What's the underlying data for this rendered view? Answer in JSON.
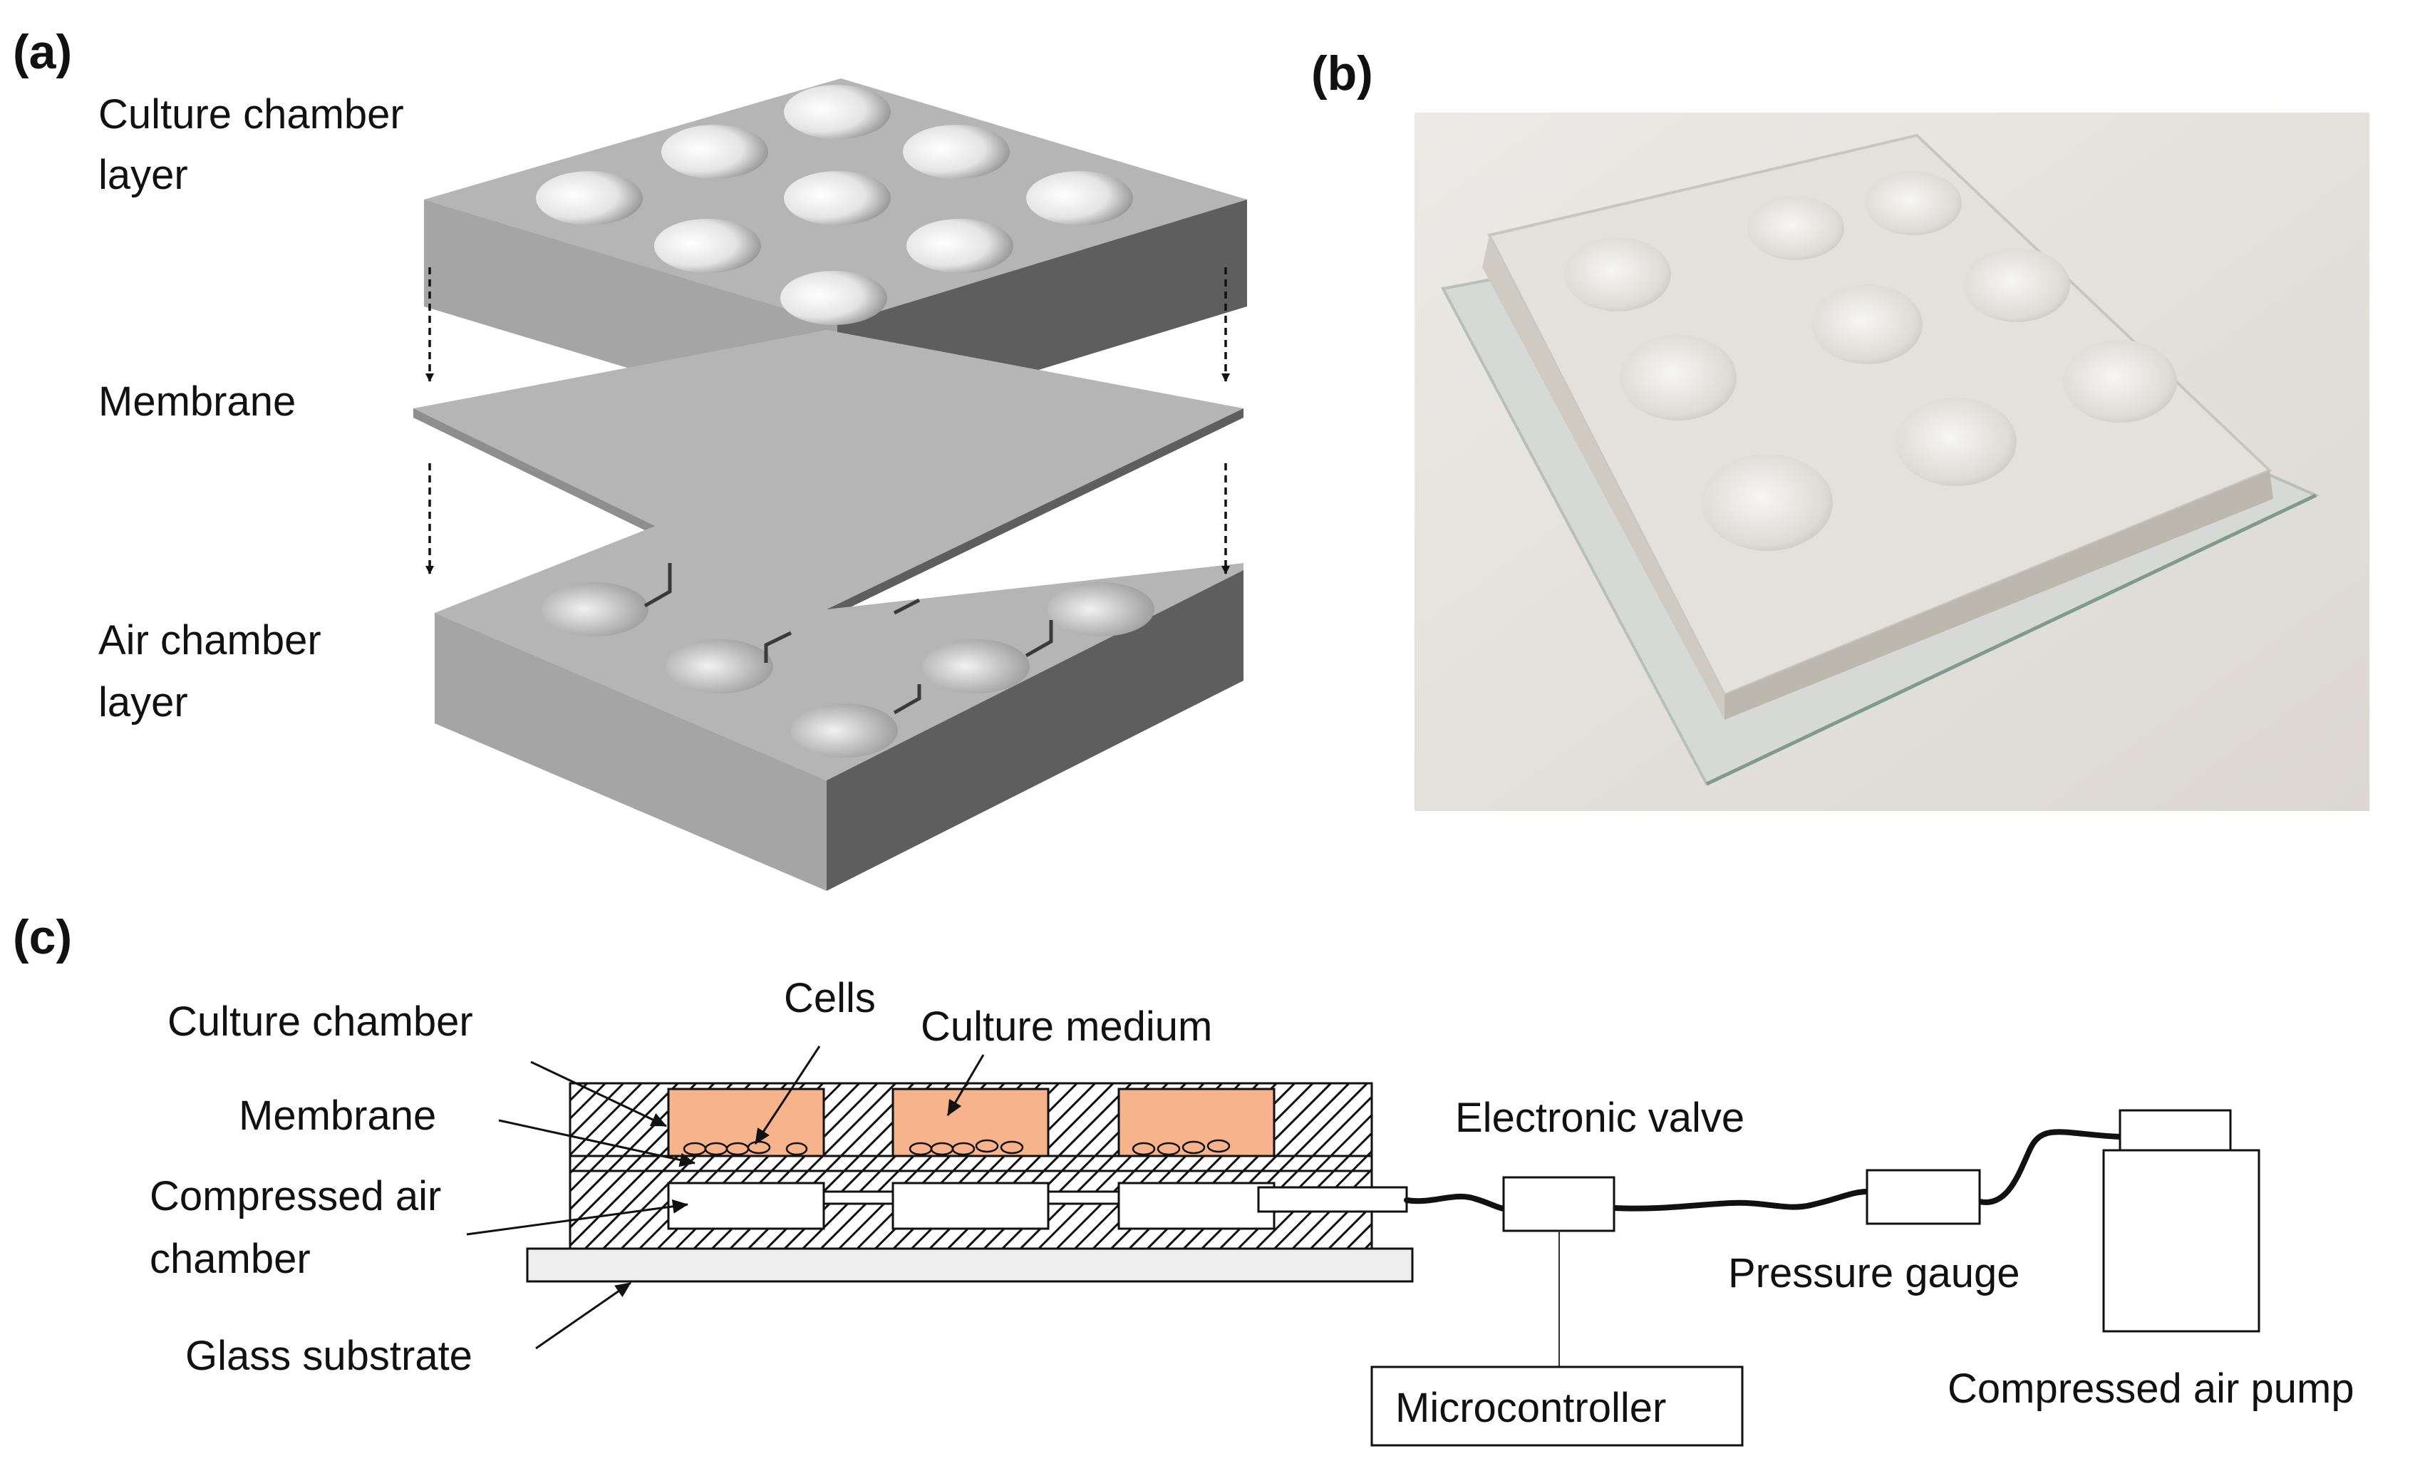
{
  "panels": {
    "a": "(a)",
    "b": "(b)",
    "c": "(c)"
  },
  "panel_a": {
    "culture_chamber_line1": "Culture chamber",
    "culture_chamber_line2": "layer",
    "membrane": "Membrane",
    "air_chamber_line1": "Air chamber",
    "air_chamber_line2": "layer"
  },
  "panel_c": {
    "cells": "Cells",
    "culture_chamber": "Culture chamber",
    "culture_medium": "Culture medium",
    "membrane": "Membrane",
    "compressed_air_line1": "Compressed air",
    "compressed_air_line2": "chamber",
    "glass_substrate": "Glass substrate",
    "electronic_valve": "Electronic valve",
    "pressure_gauge": "Pressure gauge",
    "microcontroller": "Microcontroller",
    "compressed_air_pump": "Compressed air pump"
  },
  "colors": {
    "device_top": "#b4b4b4",
    "device_front": "#a3a3a3",
    "device_side": "#5c5c5c",
    "culture_medium": "#f7b38c",
    "photo_bg": "#e9e6e1"
  }
}
